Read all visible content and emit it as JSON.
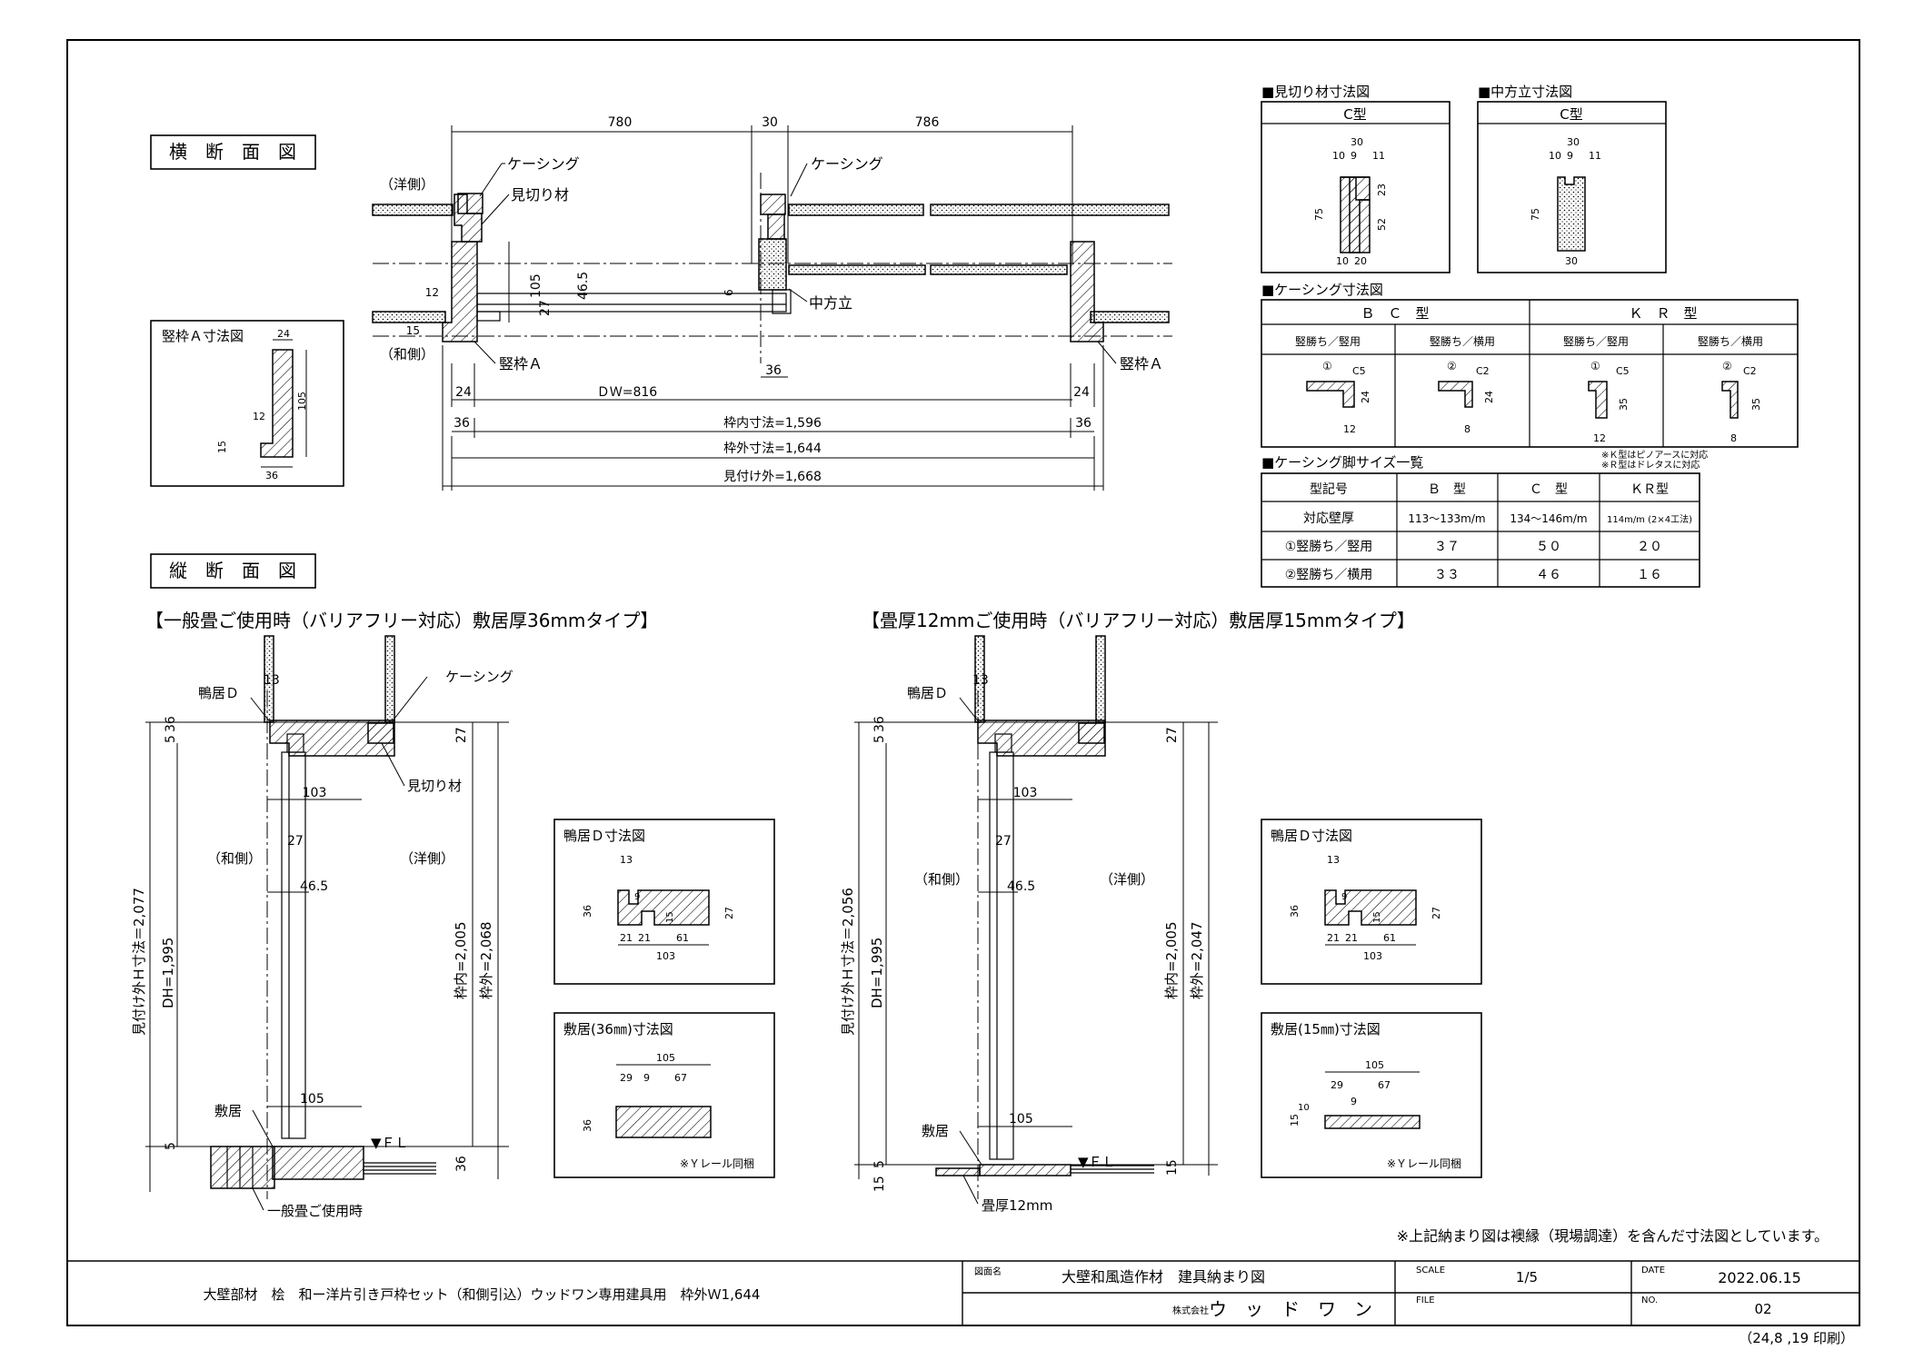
{
  "sections": {
    "horizontal": "横　断　面　図",
    "vertical": "縦　断　面　図",
    "vertical_left_title": "【一般畳ご使用時（バリアフリー対応）敷居厚36mmタイプ】",
    "vertical_right_title": "【畳厚12mmご使用時（バリアフリー対応）敷居厚15mmタイプ】"
  },
  "plan": {
    "top_dims": [
      "780",
      "30",
      "786"
    ],
    "casing_left": "ケーシング",
    "casing_mid": "ケーシング",
    "mikiri": "見切り材",
    "west_side": "（洋側）",
    "wa_side": "（和側）",
    "tatewaku_left": "竪枠Ａ",
    "tatewaku_right": "竪枠Ａ",
    "nakahodate": "中方立",
    "d12": "12",
    "d15": "15",
    "d105": "105",
    "d27": "27",
    "d465": "46.5",
    "d6": "6",
    "d36": "36",
    "d24a": "24",
    "d24b": "24",
    "dw": "ＤＷ=816",
    "d36a": "36",
    "d36b": "36",
    "inner": "枠内寸法=1,596",
    "outer": "枠外寸法=1,644",
    "mitsuke": "見付け外=1,668"
  },
  "tatewaku_a": {
    "title": "竪枠Ａ寸法図",
    "d24": "24",
    "d105": "105",
    "d12": "12",
    "d15": "15",
    "d36": "36"
  },
  "mikiri_fig": {
    "title": "■見切り材寸法図",
    "type": "C型",
    "d30": "30",
    "d10": "10",
    "d9": "9",
    "d11": "11",
    "d23": "23",
    "d75": "75",
    "d52": "52",
    "d10b": "10",
    "d20": "20"
  },
  "naka_fig": {
    "title": "■中方立寸法図",
    "type": "C型",
    "d30": "30",
    "d10": "10",
    "d9": "9",
    "d11": "11",
    "d75": "75",
    "d30b": "30"
  },
  "casing_fig": {
    "title": "■ケーシング寸法図",
    "bc": "Ｂ　Ｃ　型",
    "kr": "Ｋ　Ｒ　型",
    "cols": [
      "竪勝ち／竪用",
      "竪勝ち／横用",
      "竪勝ち／竪用",
      "竪勝ち／横用"
    ],
    "marks": [
      "①",
      "②",
      "①",
      "②"
    ],
    "c": [
      "C5",
      "C2",
      "C5",
      "C2"
    ],
    "h": [
      "24",
      "24",
      "35",
      "35"
    ],
    "w": [
      "12",
      "8",
      "12",
      "8"
    ]
  },
  "leg_table": {
    "title": "■ケーシング脚サイズ一覧",
    "note1": "※Ｋ型はピノアースに対応",
    "note2": "※Ｒ型はドレタスに対応",
    "header": [
      "型記号",
      "Ｂ　型",
      "Ｃ　型",
      "ＫＲ型"
    ],
    "rows": [
      [
        "対応壁厚",
        "113～133m/m",
        "134～146m/m",
        "114m/m (2×4工法)"
      ],
      [
        "①竪勝ち／竪用",
        "３７",
        "５０",
        "２０"
      ],
      [
        "②竪勝ち／横用",
        "３３",
        "４６",
        "１６"
      ]
    ]
  },
  "vleft": {
    "kamoi": "鴨居Ｄ",
    "casing": "ケーシング",
    "mikiri": "見切り材",
    "d13": "13",
    "d5": "5",
    "d36": "36",
    "d27": "27",
    "d103": "103",
    "d27b": "27",
    "wa": "（和側）",
    "you": "（洋側）",
    "d465": "46.5",
    "mitsukeH": "見付け外Ｈ寸法＝2,077",
    "dh": "DH=1,995",
    "inner": "枠内=2,005",
    "outer": "枠外=2,068",
    "shikii": "敷居",
    "d105": "105",
    "d5b": "5",
    "d36b": "36",
    "fl": "▼ＦＬ",
    "tatami": "一般畳ご使用時"
  },
  "vright": {
    "kamoi": "鴨居Ｄ",
    "d13": "13",
    "d5": "5",
    "d36": "36",
    "d27": "27",
    "d103": "103",
    "d27b": "27",
    "wa": "（和側）",
    "you": "（洋側）",
    "d465": "46.5",
    "mitsukeH": "見付け外Ｈ寸法＝2,056",
    "dh": "DH=1,995",
    "inner": "枠内=2,005",
    "outer": "枠外=2,047",
    "shikii": "敷居",
    "d105": "105",
    "d5b": "5",
    "d15": "15",
    "d15b": "15",
    "fl": "▼ＦＬ",
    "tatami": "畳厚12mm"
  },
  "kamoi_fig_l": {
    "title": "鴨居Ｄ寸法図",
    "d13": "13",
    "d9": "9",
    "d36": "36",
    "d15": "15",
    "d27": "27",
    "d21a": "21",
    "d21b": "21",
    "d61": "61",
    "d103": "103"
  },
  "kamoi_fig_r": {
    "title": "鴨居Ｄ寸法図",
    "d13": "13",
    "d9": "9",
    "d36": "36",
    "d15": "15",
    "d27": "27",
    "d21a": "21",
    "d21b": "21",
    "d61": "61",
    "d103": "103"
  },
  "shikii_fig_l": {
    "title": "敷居(36㎜)寸法図",
    "d105": "105",
    "d29": "29",
    "d9": "9",
    "d67": "67",
    "d36": "36",
    "note": "※Ｙレール同梱"
  },
  "shikii_fig_r": {
    "title": "敷居(15㎜)寸法図",
    "d105": "105",
    "d29": "29",
    "d9": "9",
    "d67": "67",
    "d15": "15",
    "d10": "10",
    "note": "※Ｙレール同梱"
  },
  "footnote": "※上記納まり図は襖縁（現場調達）を含んだ寸法図としています。",
  "titleblock": {
    "product": "大壁部材　桧　和ー洋片引き戸枠セット（和側引込）ウッドワン専用建具用　枠外Ｗ1,644",
    "zumen_label": "図面名",
    "zumen": "大壁和風造作材　建具納まり図",
    "scale_label": "SCALE",
    "scale": "1/5",
    "date_label": "DATE",
    "date": "2022.06.15",
    "company_small": "株式会社",
    "company": "ウ　ッ　ド　ワ　ン",
    "file_label": "FILE",
    "no_label": "NO.",
    "no": "02"
  },
  "print_date": "（24,8 ,19 印刷）"
}
